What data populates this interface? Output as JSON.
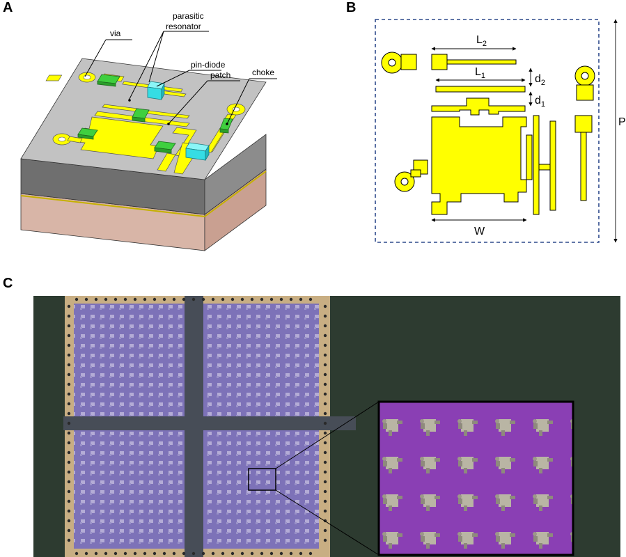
{
  "panels": {
    "a": {
      "label": "A",
      "callouts": {
        "via": "via",
        "parasitic_line1": "parasitic",
        "parasitic_line2": "resonator",
        "pin_diode": "pin-diode",
        "patch": "patch",
        "choke": "choke"
      }
    },
    "b": {
      "label": "B",
      "dims": {
        "L2_base": "L",
        "L2_sub": "2",
        "L1_base": "L",
        "L1_sub": "1",
        "d2_base": "d",
        "d2_sub": "2",
        "d1_base": "d",
        "d1_sub": "1",
        "W": "W",
        "P": "P"
      }
    },
    "c": {
      "label": "C"
    }
  },
  "colors": {
    "metal": "#ffff00",
    "diode": "#35dde4",
    "choke_green": "#3fcf3f",
    "substrate_top": "#c2c2c2",
    "substrate_side": "#8c8c8c",
    "ground_layer": "#d8b5a7",
    "board_purple": "#7d72b8",
    "pcb_green": "#2d3b30",
    "frame_gold": "#c8ae83",
    "strip_gray": "#474d57"
  }
}
